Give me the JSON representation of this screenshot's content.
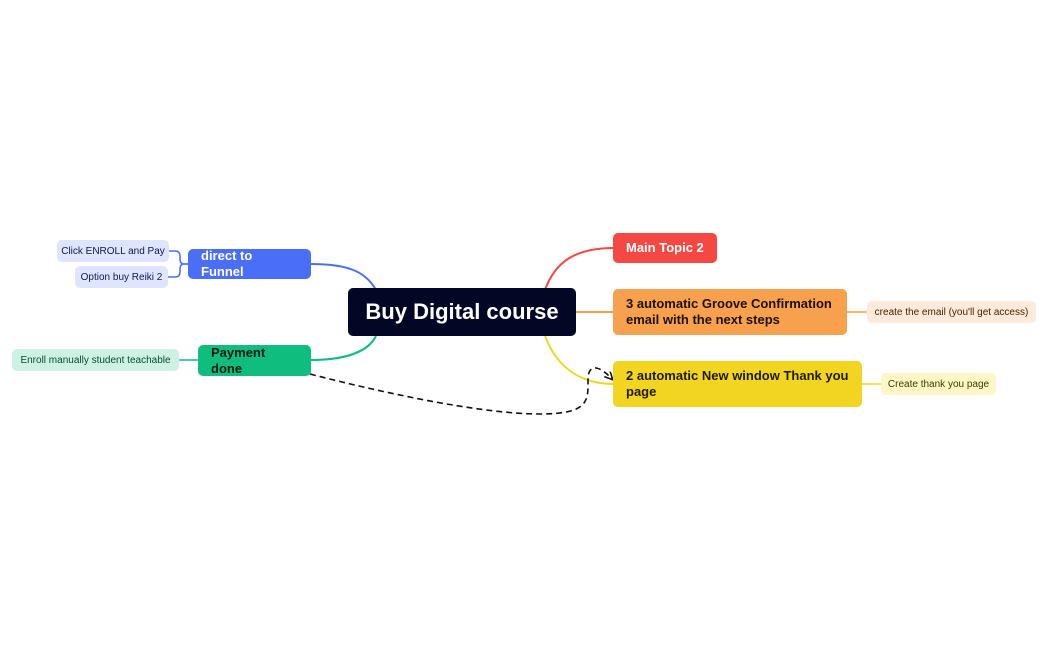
{
  "central_topic": {
    "label": "Buy Digital course"
  },
  "right_branches": [
    {
      "label": "Main Topic 2",
      "color": "#f64843",
      "subtopics": []
    },
    {
      "label": "3 automatic Groove Confirmation email with the next steps",
      "color": "#f7a14e",
      "subtopics": [
        "create the email (you'll get access)"
      ]
    },
    {
      "label": "2 automatic New window Thank you page",
      "color": "#f2d520",
      "subtopics": [
        "Create thank you page"
      ]
    }
  ],
  "left_branches": [
    {
      "label": "direct to Funnel",
      "color": "#4a6ef7",
      "subtopics": [
        "Click ENROLL and Pay",
        "Option buy Reiki 2"
      ]
    },
    {
      "label": "Payment done",
      "color": "#0fbd7f",
      "subtopics": [
        "Enroll manually student teachable"
      ]
    }
  ],
  "relationship_link": {
    "from": "Payment done",
    "to": "2 automatic New window Thank you page",
    "style": "dashed",
    "color": "#111111"
  },
  "colors": {
    "background": "#ffffff",
    "center": "#020726"
  }
}
